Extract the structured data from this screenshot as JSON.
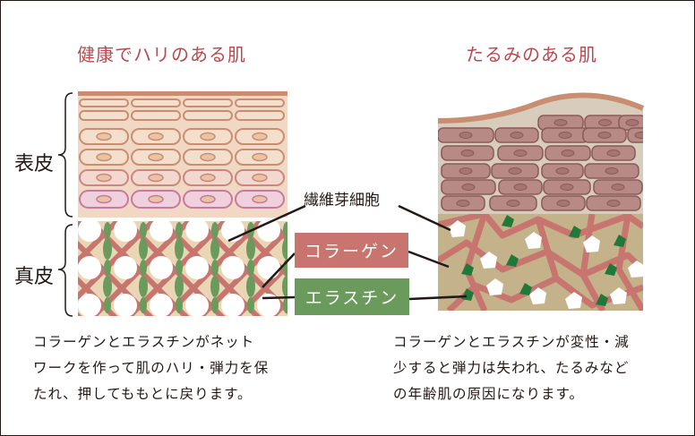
{
  "diagram": {
    "healthy_title": "健康でハリのある肌",
    "sagging_title": "たるみのある肌",
    "label_epidermis": "表皮",
    "label_dermis": "真皮",
    "label_fibroblast": "繊維芽細胞",
    "label_collagen": "コラーゲン",
    "label_elastin": "エラスチン",
    "caption_healthy": [
      "コラーゲンとエラスチンがネット",
      "ワークを作って肌のハリ・弾力を保",
      "たれ、押してももとに戻ります。"
    ],
    "caption_sagging": [
      "コラーゲンとエラスチンが変性・減",
      "少すると弾力は失われ、たるみなど",
      "の年齢肌の原因になります。"
    ]
  },
  "colors": {
    "title": "#b84a4f",
    "collagen": "#c8756f",
    "elastin": "#6a9a5c",
    "epidermis_bg": "#f1d8c4",
    "dermis_bg": "#e8d6b4",
    "aged_cell": "#b88a86",
    "aged_dermis": "#c3b28a"
  }
}
